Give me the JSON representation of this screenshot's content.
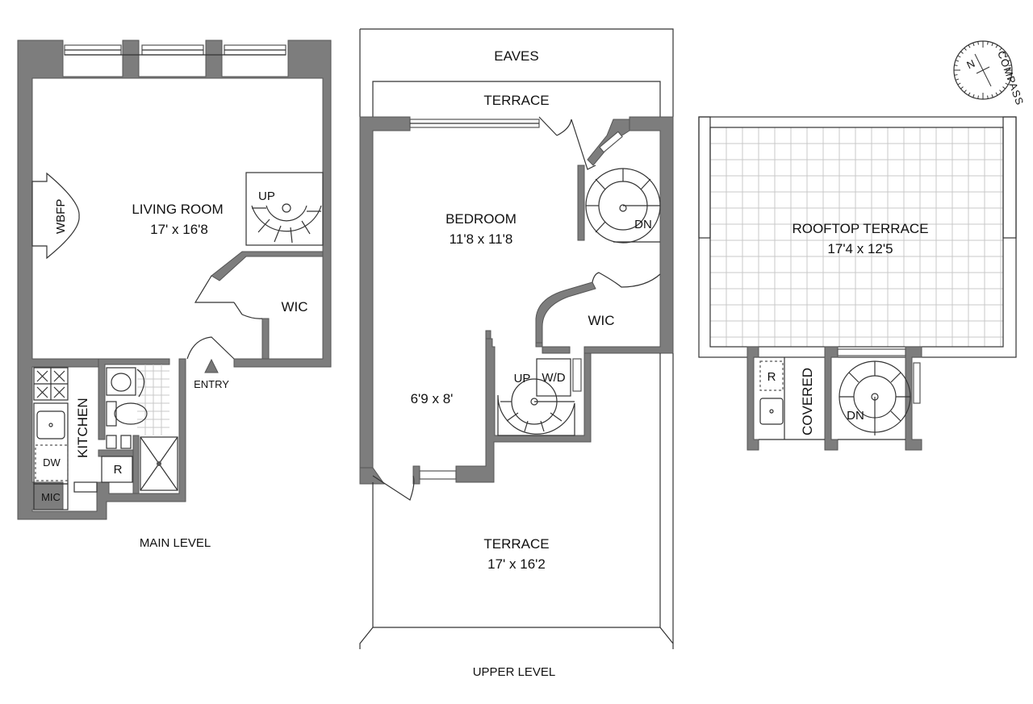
{
  "main_level": {
    "title": "MAIN LEVEL",
    "rooms": {
      "living_name": "LIVING ROOM",
      "living_dim": "17' x 16'8",
      "fireplace": "WBFP",
      "stair_up": "UP",
      "closet": "WIC",
      "entry": "ENTRY",
      "kitchen": "KITCHEN",
      "dishwasher": "DW",
      "microwave": "MIC",
      "fridge": "R"
    }
  },
  "upper_level": {
    "title": "UPPER LEVEL",
    "rooms": {
      "eaves": "EAVES",
      "terrace_top": "TERRACE",
      "bedroom_name": "BEDROOM",
      "bedroom_dim": "11'8 x 11'8",
      "stair_down": "DN",
      "closet": "WIC",
      "stair_up": "UP",
      "laundry": "W/D",
      "alcove_dim": "6'9 x 8'",
      "terrace_name": "TERRACE",
      "terrace_dim": "17' x 16'2"
    }
  },
  "rooftop": {
    "rooms": {
      "terrace_name": "ROOFTOP TERRACE",
      "terrace_dim": "17'4 x 12'5",
      "fridge": "R",
      "covered": "COVERED",
      "stair_down": "DN"
    }
  },
  "compass": {
    "label": "COMPASS",
    "north": "N",
    "north_color": "#c0392b"
  },
  "colors": {
    "wall": "#7d7d7d",
    "terrace_grid": "#c9c9c9"
  }
}
